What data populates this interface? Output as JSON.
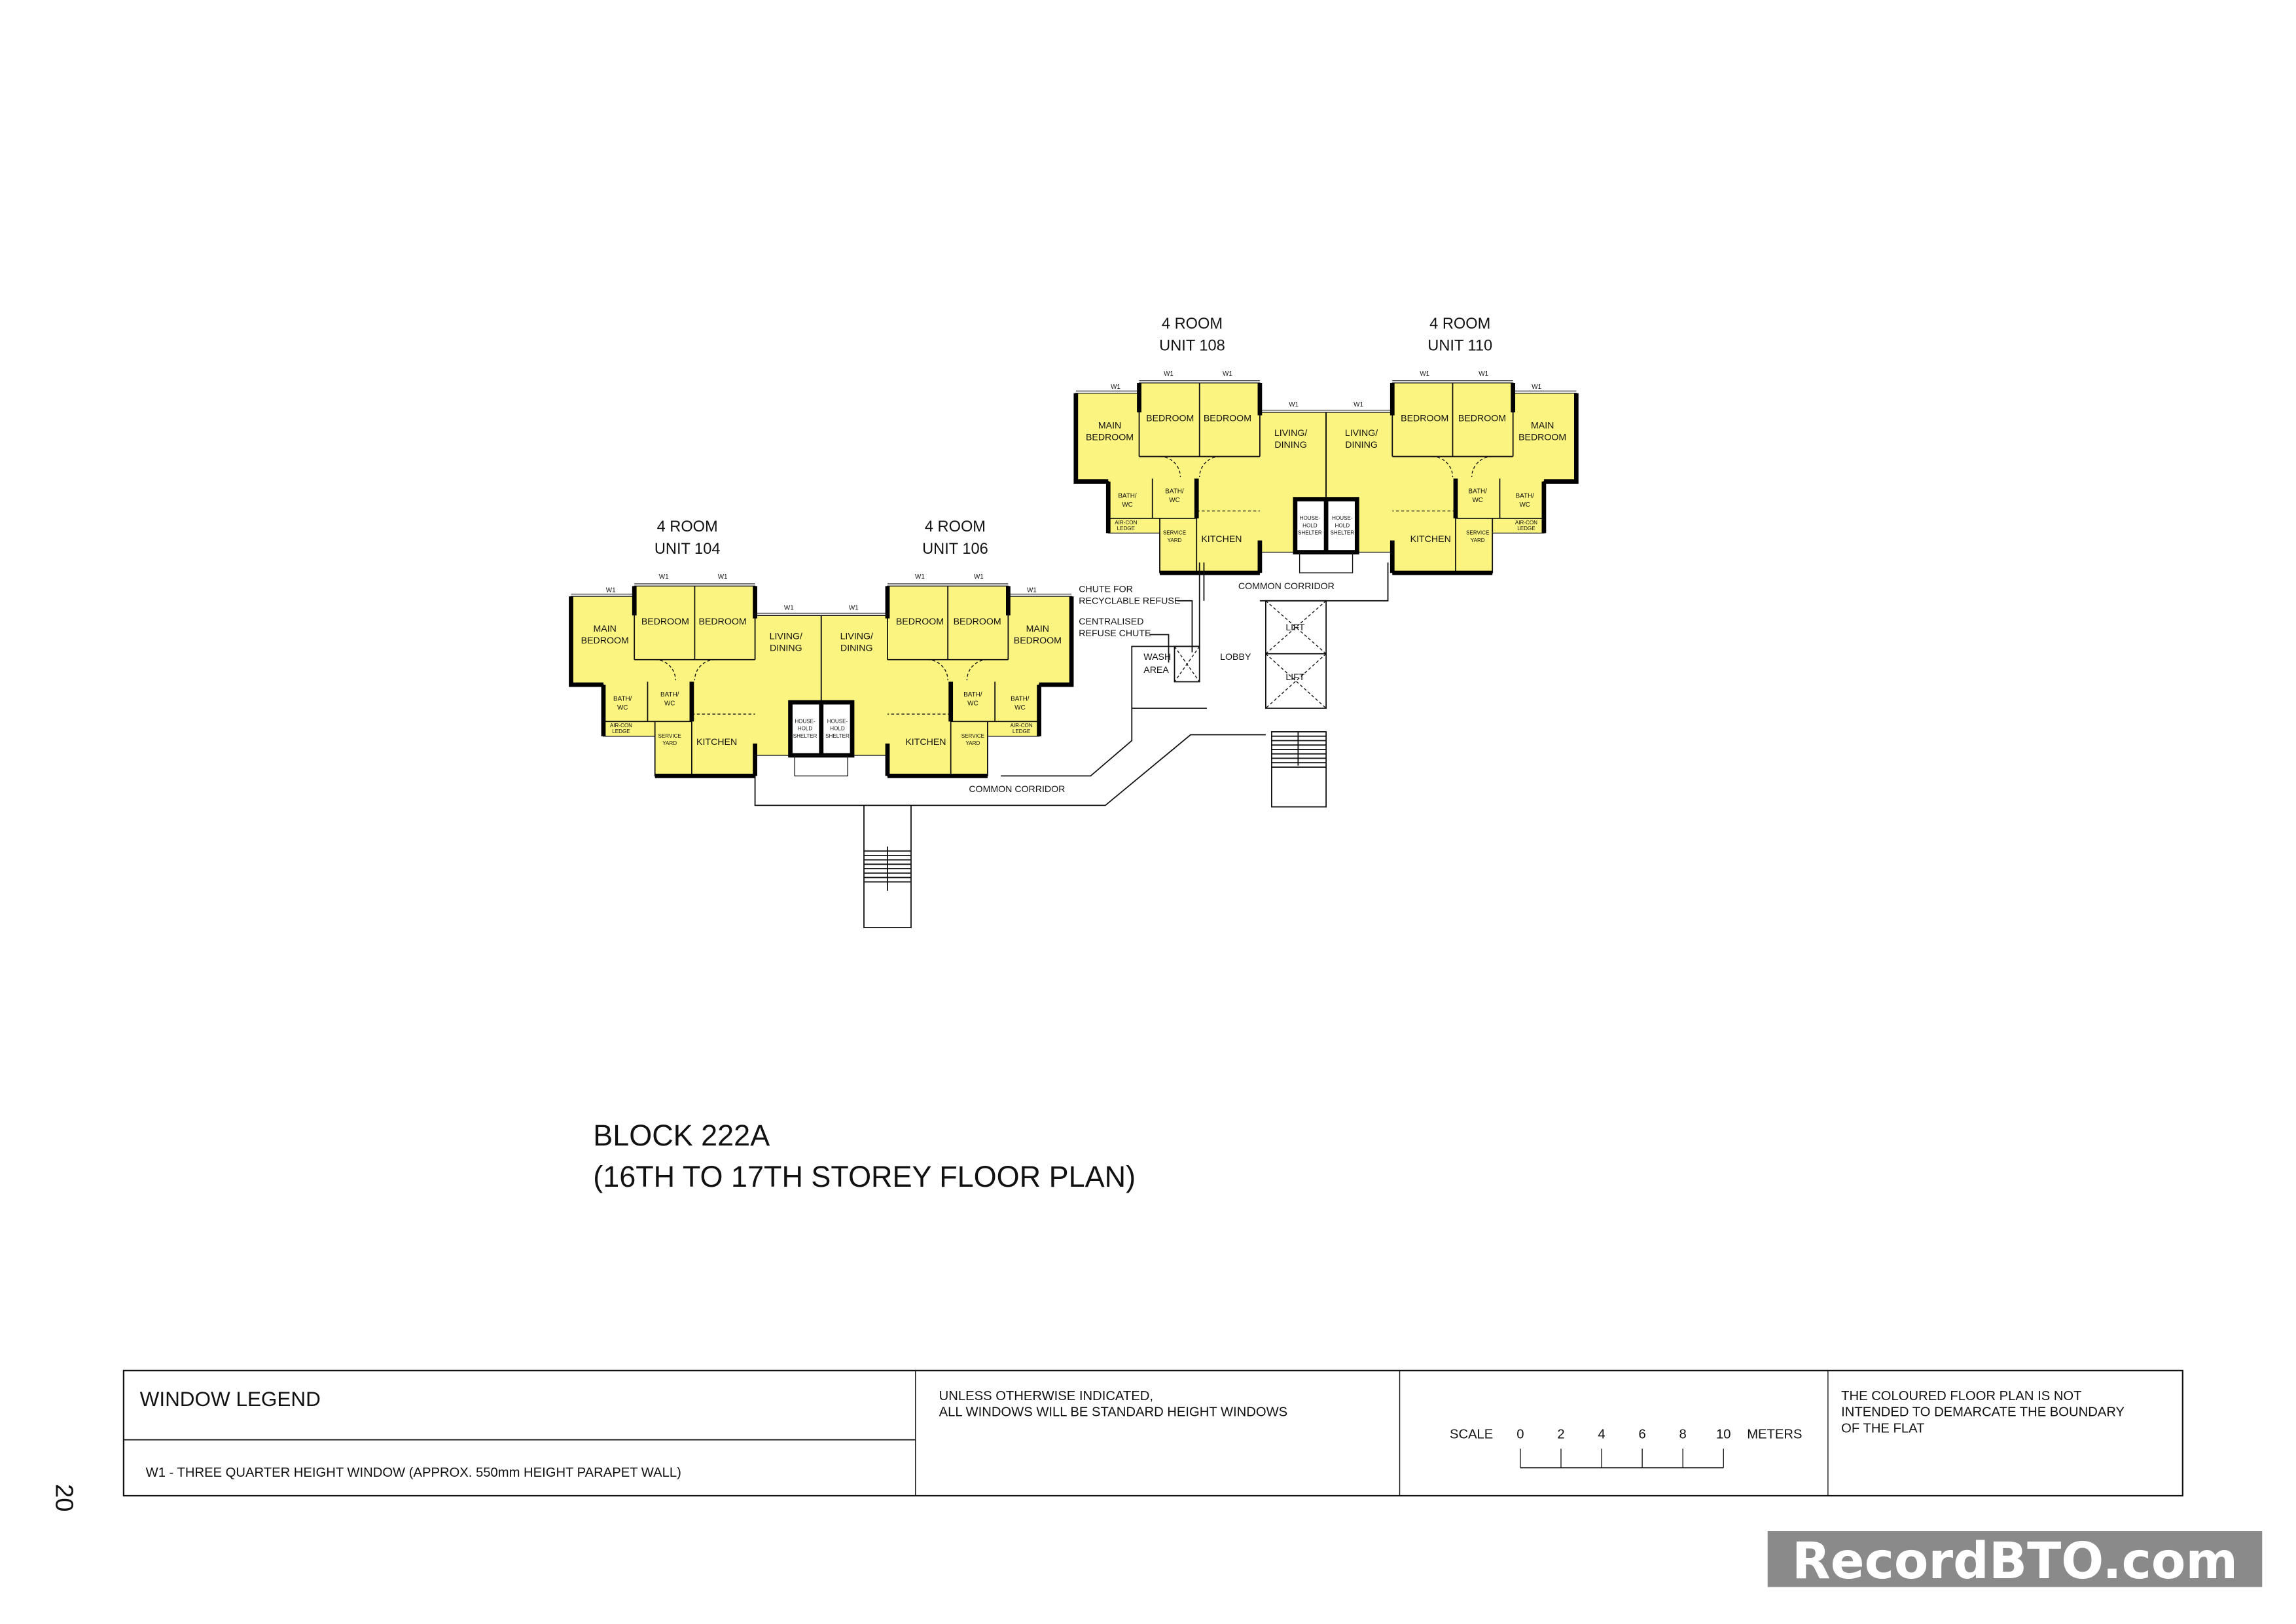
{
  "colors": {
    "unit_fill": "#fbf480",
    "wall": "#000000",
    "watermark_bg": "#8a8a8a",
    "watermark_text": "#ffffff"
  },
  "units": [
    {
      "type": "4 ROOM",
      "unit": "UNIT 104"
    },
    {
      "type": "4 ROOM",
      "unit": "UNIT 106"
    },
    {
      "type": "4 ROOM",
      "unit": "UNIT 108"
    },
    {
      "type": "4 ROOM",
      "unit": "UNIT 110"
    }
  ],
  "rooms": {
    "main_bedroom": [
      "MAIN",
      "BEDROOM"
    ],
    "bedroom": "BEDROOM",
    "living_dining": [
      "LIVING/",
      "DINING"
    ],
    "bath_wc": [
      "BATH/",
      "WC"
    ],
    "aircon_ledge": [
      "AIR-CON",
      "LEDGE"
    ],
    "service_yard": [
      "SERVICE",
      "YARD"
    ],
    "kitchen": "KITCHEN",
    "household_shelter": [
      "HOUSE-",
      "HOLD",
      "SHELTER"
    ],
    "window": "W1"
  },
  "common": {
    "corridor": "COMMON CORRIDOR",
    "lobby": "LOBBY",
    "wash_area": [
      "WASH",
      "AREA"
    ],
    "lift": "LIFT",
    "chute_recyclable": [
      "CHUTE FOR",
      "RECYCLABLE REFUSE"
    ],
    "centralised_chute": [
      "CENTRALISED",
      "REFUSE CHUTE"
    ]
  },
  "title": {
    "block": "BLOCK 222A",
    "storey": "(16TH TO 17TH STOREY FLOOR PLAN)"
  },
  "legend": {
    "heading": "WINDOW LEGEND",
    "w1": "W1 - THREE QUARTER HEIGHT WINDOW (APPROX. 550mm HEIGHT PARAPET WALL)",
    "note1": [
      "UNLESS OTHERWISE INDICATED,",
      "ALL WINDOWS WILL BE STANDARD HEIGHT WINDOWS"
    ],
    "scale_label": "SCALE",
    "scale_ticks": [
      "0",
      "2",
      "4",
      "6",
      "8",
      "10"
    ],
    "scale_unit": "METERS",
    "note2": [
      "THE COLOURED FLOOR PLAN IS NOT",
      "INTENDED TO DEMARCATE THE BOUNDARY",
      "OF THE FLAT"
    ]
  },
  "page_number": "20",
  "watermark": "RecordBTO.com"
}
